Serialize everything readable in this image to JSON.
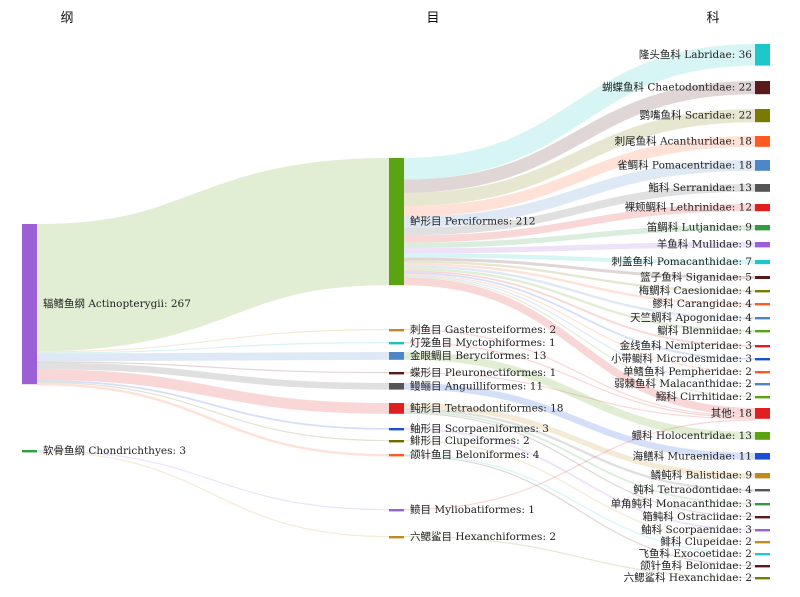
{
  "columns": [
    "纲",
    "目",
    "科"
  ],
  "nodes": {
    "actinopterygii": {
      "label": "辐鳍鱼纲 Actinopterygii: 267",
      "value": 267,
      "color": "#9b5fd6"
    },
    "chondrichthyes": {
      "label": "软骨鱼纲 Chondrichthyes: 3",
      "value": 3,
      "color": "#2e9e3e"
    },
    "perciformes": {
      "label": "鲈形目 Perciformes: 212",
      "value": 212,
      "color": "#5aa312"
    },
    "gasterosteiformes": {
      "label": "刺鱼目 Gasterosteiformes: 2",
      "value": 2,
      "color": "#c28a1e"
    },
    "myctophiformes": {
      "label": "灯笼鱼目 Myctophiformes: 1",
      "value": 1,
      "color": "#1fbfbf"
    },
    "beryciformes": {
      "label": "金眼鲷目 Beryciformes: 13",
      "value": 13,
      "color": "#4f86c6"
    },
    "pleuronectiformes": {
      "label": "蝶形目 Pleuronectiformes: 1",
      "value": 1,
      "color": "#5a1a1a"
    },
    "anguilliformes": {
      "label": "鳗鲡目 Anguilliformes: 11",
      "value": 11,
      "color": "#555555"
    },
    "tetraodontiformes": {
      "label": "鲀形目 Tetraodontiformes: 18",
      "value": 18,
      "color": "#e02020"
    },
    "scorpaeniformes": {
      "label": "鲉形目 Scorpaeniformes: 3",
      "value": 3,
      "color": "#1a4fd6"
    },
    "clupeiformes": {
      "label": "鲱形目 Clupeiformes: 2",
      "value": 2,
      "color": "#6b6b00"
    },
    "beloniformes": {
      "label": "颌针鱼目 Beloniformes: 4",
      "value": 4,
      "color": "#ff5a1f"
    },
    "myliobatiformes": {
      "label": "鲼目 Myliobatiformes: 1",
      "value": 1,
      "color": "#9b5fd6"
    },
    "hexanchiformes": {
      "label": "六鳃鲨目 Hexanchiformes: 2",
      "value": 2,
      "color": "#c28a1e"
    },
    "labridae": {
      "label": "隆头鱼科 Labridae: 36",
      "value": 36,
      "color": "#1fc8c8"
    },
    "chaetodontidae": {
      "label": "蝴蝶鱼科 Chaetodontidae: 22",
      "value": 22,
      "color": "#5a1a1a"
    },
    "scaridae": {
      "label": "鹦嘴鱼科 Scaridae: 22",
      "value": 22,
      "color": "#7a7a00"
    },
    "acanthuridae": {
      "label": "刺尾鱼科 Acanthuridae: 18",
      "value": 18,
      "color": "#ff5a1f"
    },
    "pomacentridae": {
      "label": "雀鲷科 Pomacentridae: 18",
      "value": 18,
      "color": "#4f86c6"
    },
    "serranidae": {
      "label": "鮨科 Serranidae: 13",
      "value": 13,
      "color": "#555555"
    },
    "lethrinidae": {
      "label": "裸颊鲷科 Lethrinidae: 12",
      "value": 12,
      "color": "#e02020"
    },
    "lutjanidae": {
      "label": "笛鲷科 Lutjanidae: 9",
      "value": 9,
      "color": "#2e9e3e"
    },
    "mullidae": {
      "label": "羊鱼科 Mullidae: 9",
      "value": 9,
      "color": "#9b5fd6"
    },
    "pomacanthidae": {
      "label": "刺盖鱼科 Pomacanthidae: 7",
      "value": 7,
      "color": "#1fc8c8"
    },
    "siganidae": {
      "label": "篮子鱼科 Siganidae: 5",
      "value": 5,
      "color": "#5a1a1a"
    },
    "caesionidae": {
      "label": "梅鲷科 Caesionidae: 4",
      "value": 4,
      "color": "#7a7a00"
    },
    "carangidae": {
      "label": "鲹科 Carangidae: 4",
      "value": 4,
      "color": "#ff5a1f"
    },
    "apogonidae": {
      "label": "天竺鲷科 Apogonidae: 4",
      "value": 4,
      "color": "#4f86c6"
    },
    "blenniidae": {
      "label": "鳚科 Blenniidae: 4",
      "value": 4,
      "color": "#5aa312"
    },
    "nemipteridae": {
      "label": "金线鱼科 Nemipteridae: 3",
      "value": 3,
      "color": "#e02020"
    },
    "microdesmidae": {
      "label": "小带鳚科 Microdesmidae: 3",
      "value": 3,
      "color": "#1a4fd6"
    },
    "pempheridae": {
      "label": "单鳍鱼科 Pempheridae: 2",
      "value": 2,
      "color": "#ff5a1f"
    },
    "malacanthidae": {
      "label": "弱棘鱼科 Malacanthidae: 2",
      "value": 2,
      "color": "#4f86c6"
    },
    "cirrhitidae": {
      "label": "鰯科 Cirrhitidae: 2",
      "value": 2,
      "color": "#5aa312"
    },
    "others": {
      "label": "其他: 18",
      "value": 18,
      "color": "#e02020"
    },
    "holocentridae": {
      "label": "鳂科 Holocentridae: 13",
      "value": 13,
      "color": "#5aa312"
    },
    "muraenidae": {
      "label": "海鳝科 Muraenidae: 11",
      "value": 11,
      "color": "#1a4fd6"
    },
    "balistidae": {
      "label": "鳞鲀科 Balistidae: 9",
      "value": 9,
      "color": "#c28a1e"
    },
    "tetraodontidae": {
      "label": "鲀科 Tetraodontidae: 4",
      "value": 4,
      "color": "#555555"
    },
    "monacanthidae": {
      "label": "单角鲀科 Monacanthidae: 3",
      "value": 3,
      "color": "#2e9e3e"
    },
    "ostraciidae": {
      "label": "箱鲀科 Ostraciidae: 2",
      "value": 2,
      "color": "#5a1a1a"
    },
    "scorpaenidae": {
      "label": "鲉科 Scorpaenidae: 3",
      "value": 3,
      "color": "#9b5fd6"
    },
    "clupeidae": {
      "label": "鲱科 Clupeidae: 2",
      "value": 2,
      "color": "#c28a1e"
    },
    "exocoetidae": {
      "label": "飞鱼科 Exocoetidae: 2",
      "value": 2,
      "color": "#1fc8c8"
    },
    "belonidae": {
      "label": "颌针鱼科 Belonidae: 2",
      "value": 2,
      "color": "#5a1a1a"
    },
    "hexanchidae": {
      "label": "六鳃鲨科 Hexanchidae: 2",
      "value": 2,
      "color": "#7a7a00"
    }
  },
  "links": [
    [
      "actinopterygii",
      "perciformes",
      212
    ],
    [
      "actinopterygii",
      "gasterosteiformes",
      2
    ],
    [
      "actinopterygii",
      "myctophiformes",
      1
    ],
    [
      "actinopterygii",
      "beryciformes",
      13
    ],
    [
      "actinopterygii",
      "pleuronectiformes",
      1
    ],
    [
      "actinopterygii",
      "anguilliformes",
      11
    ],
    [
      "actinopterygii",
      "tetraodontiformes",
      18
    ],
    [
      "actinopterygii",
      "scorpaeniformes",
      3
    ],
    [
      "actinopterygii",
      "clupeiformes",
      2
    ],
    [
      "actinopterygii",
      "beloniformes",
      4
    ],
    [
      "chondrichthyes",
      "myliobatiformes",
      1
    ],
    [
      "chondrichthyes",
      "hexanchiformes",
      2
    ],
    [
      "perciformes",
      "labridae",
      36
    ],
    [
      "perciformes",
      "chaetodontidae",
      22
    ],
    [
      "perciformes",
      "scaridae",
      22
    ],
    [
      "perciformes",
      "acanthuridae",
      18
    ],
    [
      "perciformes",
      "pomacentridae",
      18
    ],
    [
      "perciformes",
      "serranidae",
      13
    ],
    [
      "perciformes",
      "lethrinidae",
      12
    ],
    [
      "perciformes",
      "lutjanidae",
      9
    ],
    [
      "perciformes",
      "mullidae",
      9
    ],
    [
      "perciformes",
      "pomacanthidae",
      7
    ],
    [
      "perciformes",
      "siganidae",
      5
    ],
    [
      "perciformes",
      "caesionidae",
      4
    ],
    [
      "perciformes",
      "carangidae",
      4
    ],
    [
      "perciformes",
      "apogonidae",
      4
    ],
    [
      "perciformes",
      "blenniidae",
      4
    ],
    [
      "perciformes",
      "nemipteridae",
      3
    ],
    [
      "perciformes",
      "microdesmidae",
      3
    ],
    [
      "perciformes",
      "pempheridae",
      2
    ],
    [
      "perciformes",
      "malacanthidae",
      2
    ],
    [
      "perciformes",
      "cirrhitidae",
      2
    ],
    [
      "perciformes",
      "others",
      13
    ],
    [
      "gasterosteiformes",
      "others",
      2
    ],
    [
      "myctophiformes",
      "others",
      1
    ],
    [
      "pleuronectiformes",
      "others",
      1
    ],
    [
      "myliobatiformes",
      "others",
      1
    ],
    [
      "beryciformes",
      "holocentridae",
      13
    ],
    [
      "anguilliformes",
      "muraenidae",
      11
    ],
    [
      "tetraodontiformes",
      "balistidae",
      9
    ],
    [
      "tetraodontiformes",
      "tetraodontidae",
      4
    ],
    [
      "tetraodontiformes",
      "monacanthidae",
      3
    ],
    [
      "tetraodontiformes",
      "ostraciidae",
      2
    ],
    [
      "scorpaeniformes",
      "scorpaenidae",
      3
    ],
    [
      "clupeiformes",
      "clupeidae",
      2
    ],
    [
      "beloniformes",
      "exocoetidae",
      2
    ],
    [
      "beloniformes",
      "belonidae",
      2
    ],
    [
      "hexanchiformes",
      "hexanchidae",
      2
    ]
  ]
}
